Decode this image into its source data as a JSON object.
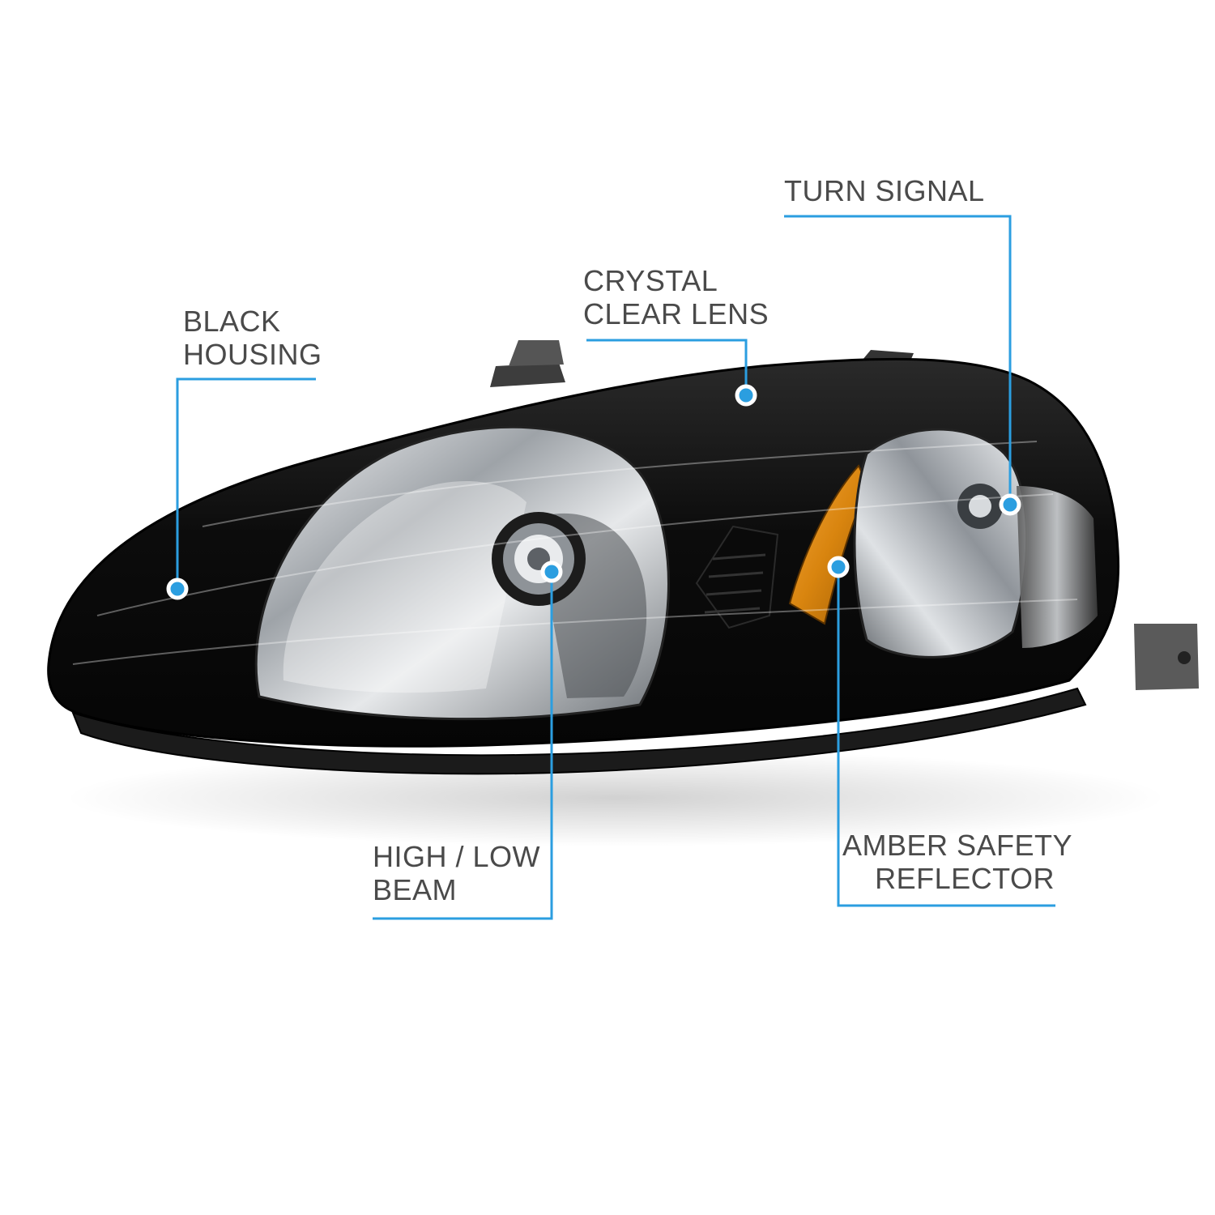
{
  "callouts": {
    "turn_signal": {
      "line1": "TURN SIGNAL"
    },
    "crystal_lens": {
      "line1": "CRYSTAL",
      "line2": "CLEAR LENS"
    },
    "black_housing": {
      "line1": "BLACK",
      "line2": "HOUSING"
    },
    "high_low_beam": {
      "line1": "HIGH / LOW",
      "line2": "BEAM"
    },
    "amber_reflector": {
      "line1": "AMBER SAFETY",
      "line2": "REFLECTOR"
    }
  },
  "colors": {
    "callout_line": "#2b9ee0",
    "label_text": "#4a4a4a",
    "housing": "#111111",
    "amber": "#d9850f",
    "chrome": "#c9ccd0"
  }
}
